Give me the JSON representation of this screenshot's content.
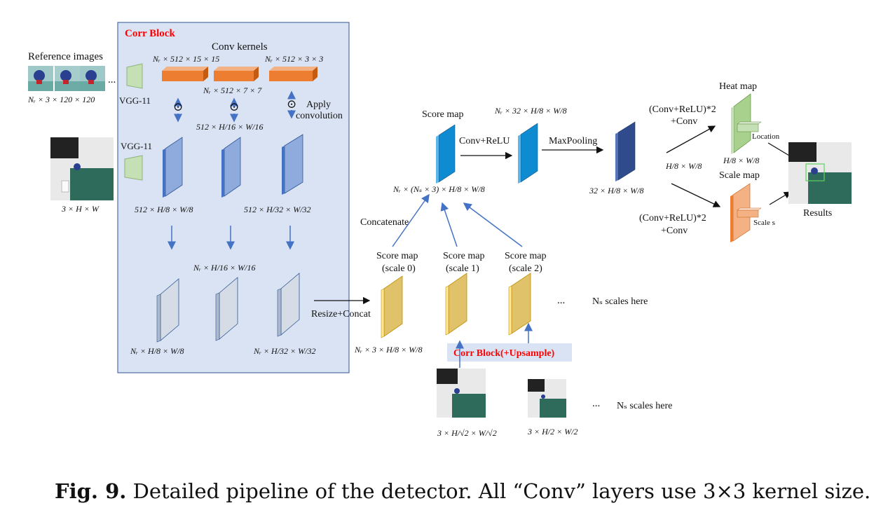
{
  "corr_block": {
    "title": "Corr Block",
    "title_color": "#ff0000",
    "bg_color": "#dae3f3",
    "border_color": "#2f5597"
  },
  "reference": {
    "label": "Reference images",
    "ellipsis": "...",
    "dims": "Nᵣ × 3 × 120 × 120"
  },
  "query": {
    "dims": "3 × H × W"
  },
  "vgg": {
    "top": "VGG-11",
    "bottom": "VGG-11"
  },
  "conv_kernels": {
    "title": "Conv kernels",
    "dim_1": "Nᵣ × 512 × 15 × 15",
    "dim_2": "Nᵣ × 512 × 7 × 7",
    "dim_3": "Nᵣ × 512 × 3 × 3",
    "color": "#ed7d31"
  },
  "apply_convolution": {
    "line1": "Apply",
    "line2": "convolution",
    "symbol": "⊙"
  },
  "features": {
    "dim_16": "512 × H/16 × W/16",
    "dim_8": "512 × H/8 × W/8",
    "dim_32": "512 × H/32 × W/32",
    "color": "#8faadc"
  },
  "corr_maps": {
    "dim_16": "Nᵣ × H/16 × W/16",
    "dim_8": "Nᵣ × H/8 × W/8",
    "dim_32": "Nᵣ × H/32 × W/32",
    "color": "#d6dce5"
  },
  "resize_concat": "Resize+Concat",
  "scale_maps": {
    "items": [
      {
        "line1": "Score map",
        "line2": "(scale 0)"
      },
      {
        "line1": "Score map",
        "line2": "(scale 1)"
      },
      {
        "line1": "Score map",
        "line2": "(scale 2)"
      }
    ],
    "ellipsis": "...",
    "ns_scales": "Nₛ scales here",
    "dims": "Nᵣ × 3 × H/8 × W/8",
    "color": "#e2c56b"
  },
  "corr_block_upsample": {
    "label": "Corr Block(+Upsample)",
    "color": "#ff0000"
  },
  "scaled_inputs": {
    "dim_1": "3 × H/√2 × W/√2",
    "dim_2": "3 × H/2 × W/2",
    "ellipsis": "...",
    "ns_scales": "Nₛ scales here"
  },
  "concatenate": "Concatenate",
  "score_map": {
    "label": "Score map",
    "dims": "Nᵣ × (Nₛ × 3) × H/8 × W/8",
    "color": "#0f8bd1"
  },
  "conv_relu": {
    "label": "Conv+ReLU",
    "dims": "Nᵣ × 32 × H/8 × W/8"
  },
  "maxpooling": {
    "label": "MaxPooling",
    "dims": "32 × H/8 × W/8",
    "color": "#2f4b8c"
  },
  "heads": {
    "top_label_1": "(Conv+ReLU)*2",
    "top_label_2": "+Conv",
    "mid_dims": "H/8 × W/8",
    "bottom_label_1": "(Conv+ReLU)*2",
    "bottom_label_2": "+Conv"
  },
  "heat_map": {
    "label": "Heat map",
    "location": "Location",
    "dims": "H/8 × W/8",
    "color": "#a9d18e"
  },
  "scale_map": {
    "label": "Scale map",
    "scale": "Scale s",
    "color": "#f4b183"
  },
  "results": {
    "label": "Results"
  },
  "caption": {
    "label": "Fig. 9.",
    "text": "Detailed pipeline of the detector. All “Conv” layers use 3×3 kernel size."
  }
}
